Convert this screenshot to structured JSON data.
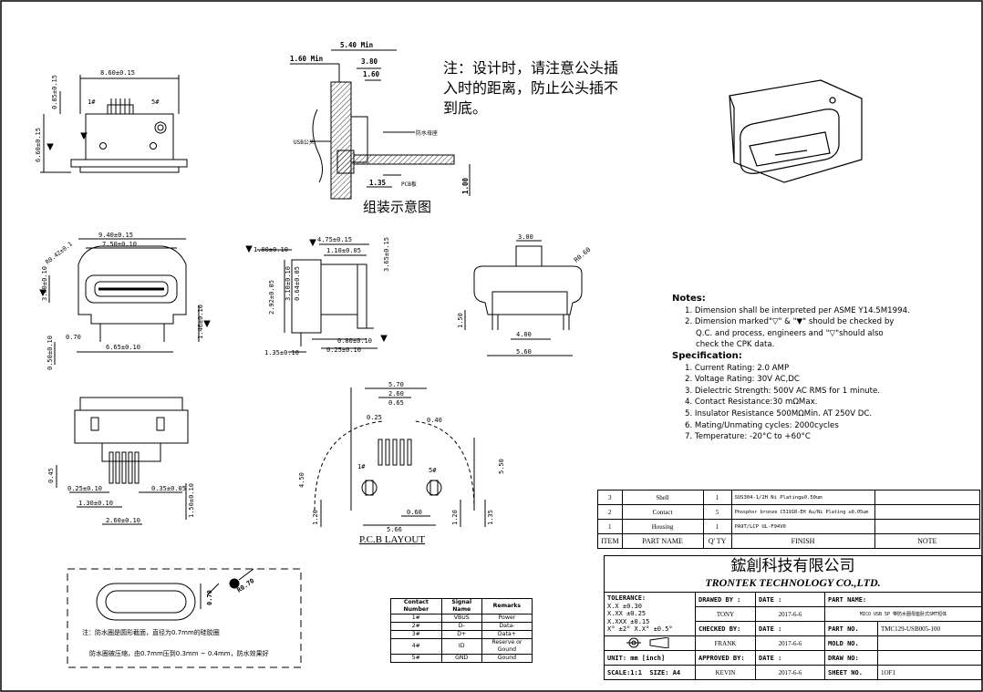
{
  "assembly": {
    "note_cn": "注：设计时，请注意公头插入时的距离，防止公头插不到底。",
    "caption": "组装示意图",
    "dims": [
      "5.40 Min",
      "1.60 Min",
      "3.80",
      "1.60",
      "1.35",
      "1.00"
    ],
    "labels": [
      "USB公头",
      "防水母座",
      "PCB板"
    ]
  },
  "top_view": {
    "dims": [
      "8.60±0.15",
      "0.85±0.15",
      "6.60±0.15"
    ],
    "pins": [
      "1#",
      "5#"
    ]
  },
  "front_view": {
    "dims": [
      "R0.42±0.1",
      "9.40±0.15",
      "7.50±0.10",
      "3.00±0.10",
      "0.70",
      "6.65±0.10",
      "0.50±0.10",
      "1.46±0.10"
    ]
  },
  "side_view": {
    "dims": [
      "1.00±0.10",
      "4.75±0.15",
      "1.10±0.05",
      "3.65±0.15",
      "3.10±0.10",
      "2.92±0.05",
      "0.64±0.05",
      "1.35±0.10",
      "0.80±0.10",
      "0.25±0.10"
    ]
  },
  "end_view": {
    "dims": [
      "3.00",
      "R0.60",
      "1.50",
      "4.00",
      "5.60"
    ]
  },
  "bottom_view": {
    "dims": [
      "0.45",
      "0.25±0.10",
      "0.35±0.05",
      "1.30±0.10",
      "2.60±0.10",
      "1.50±0.10"
    ]
  },
  "pcb_layout": {
    "caption": "P.C.B LAYOUT",
    "dims": [
      "5.70",
      "2.60",
      "0.65",
      "0.25",
      "0.40",
      "4.50",
      "5.50",
      "0.60",
      "5.66",
      "1.20",
      "1.20",
      "1.35"
    ],
    "pins": [
      "1#",
      "5#"
    ]
  },
  "seal_detail": {
    "dims": [
      "0.70",
      "R0.70"
    ],
    "note1": "注：防水圈是圆形截面，直径为0.7mm的硅胶圈",
    "note2": "防水圈被压缩，由0.7mm压到0.3mm ~ 0.4mm，防水效果好"
  },
  "pin_table": {
    "headers": [
      "Contact Number",
      "Signal Name",
      "Remarks"
    ],
    "rows": [
      [
        "1#",
        "VBUS",
        "Power"
      ],
      [
        "2#",
        "D-",
        "Data-"
      ],
      [
        "3#",
        "D+",
        "Data+"
      ],
      [
        "4#",
        "ID",
        "Reserve or Gound"
      ],
      [
        "5#",
        "GND",
        "Gound"
      ]
    ]
  },
  "notes": {
    "title": "Notes:",
    "items": [
      "1. Dimension shall be interpreted per ASME Y14.5M1994.",
      "2. Dimension marked\"▽\" & \"▼\" should be checked by",
      "Q.C. and process, engineers and \"▽\"should also",
      "check the CPK data."
    ],
    "spec_title": "Specification:",
    "specs": [
      "1. Current Rating: 2.0 AMP",
      "2. Voltage Rating: 30V AC,DC",
      "3. Dielectric Strength: 500V AC RMS for 1 minute.",
      "4. Contact Resistance:30 mΩMax.",
      "5. Insulator Resistance 500MΩMin. AT 250V DC.",
      "6. Mating/Unmating cycles: 2000cycles",
      "7. Temperature: -20°C to +60°C"
    ]
  },
  "bom": {
    "headers": [
      "ITEM",
      "PART  NAME",
      "Q' TY",
      "FINISH",
      "NOTE"
    ],
    "rows": [
      [
        "3",
        "Shell",
        "1",
        "SUS304-1/2H  Ni Plating≥0.50um",
        ""
      ],
      [
        "2",
        "Contact",
        "5",
        "Phosphor bronze C5191R-EH Au/Ni Plating ≥0.05um",
        ""
      ],
      [
        "1",
        "Housing",
        "1",
        "PA9T/LCP UL-F94V0",
        ""
      ]
    ]
  },
  "company": {
    "name_cn": "鋐創科技有限公司",
    "name_en": "TRONTEK TECHNOLOGY CO.,LTD."
  },
  "title_block": {
    "tolerance_label": "TOLERANCE:",
    "tolerances": [
      "X.X   ±0.30",
      "X.XX  ±0.25",
      "X.XXX ±0.15",
      "X° ±2°   X.X° ±0.5°"
    ],
    "unit": "UNIT: mm [inch]",
    "scale": "SCALE:1:1",
    "size": "SIZE: A4",
    "drawn_by_label": "DRAWED BY :",
    "drawn_by": "TONY",
    "checked_by_label": "CHECKED BY:",
    "checked_by": "FRANK",
    "approved_by_label": "APPROVED BY:",
    "approved_by": "KEVIN",
    "date_label": "DATE :",
    "date": "2017-6-6",
    "part_name_label": "PART NAME:",
    "part_name": "MICO USB 5P 带防水圈母座卧式SMT短体",
    "part_no_label": "PART NO.",
    "part_no": "TMC129-USB005-100",
    "mold_no_label": "MOLD NO.",
    "mold_no": "",
    "draw_no_label": "DRAW NO:",
    "draw_no": "",
    "sheet_no_label": "SHEET NO.",
    "sheet_no": "1OF1"
  }
}
